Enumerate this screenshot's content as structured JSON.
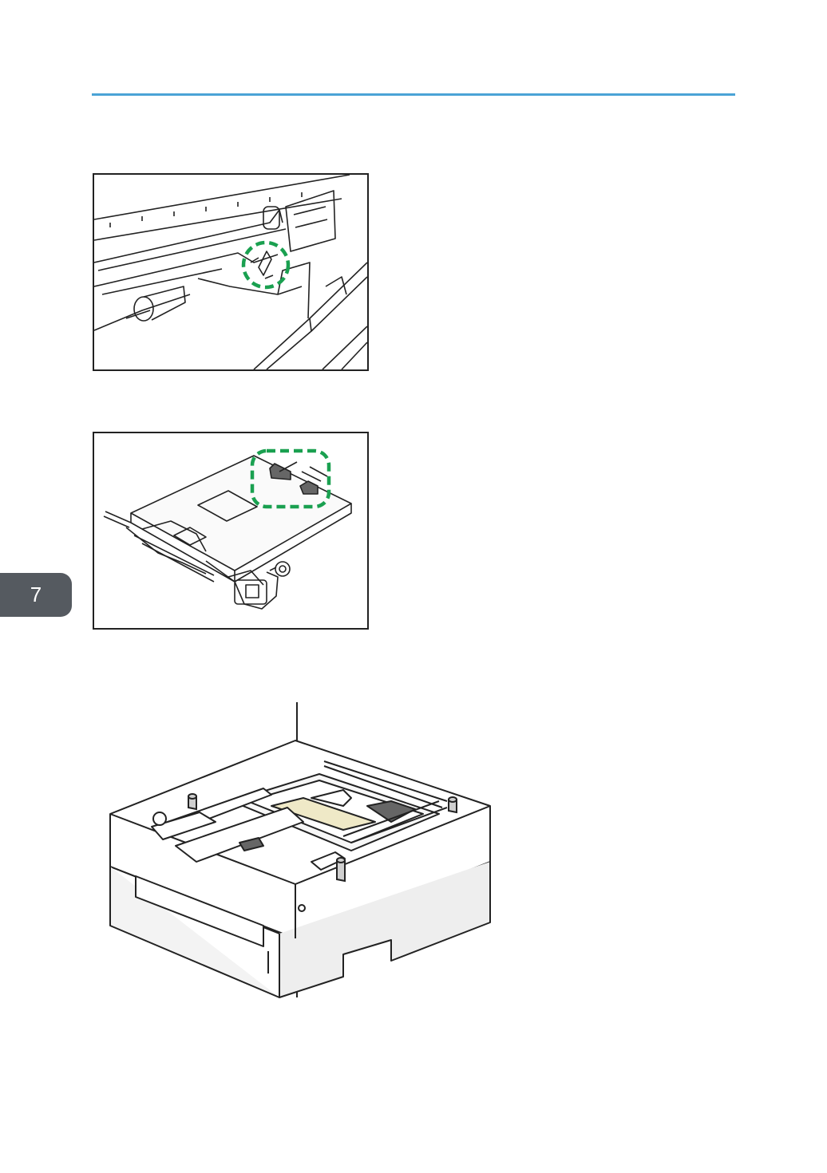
{
  "page": {
    "chapter_number": "7",
    "accent_color": "#4aa3d6",
    "callout_color": "#1aa050",
    "tab_color": "#555a60"
  },
  "figures": [
    {
      "id": "fig1",
      "subject": "tray-interior-stopper-illustration"
    },
    {
      "id": "fig2",
      "subject": "tray-stopper-clips-illustration"
    },
    {
      "id": "fig3",
      "subject": "paper-feed-unit-illustration"
    }
  ]
}
